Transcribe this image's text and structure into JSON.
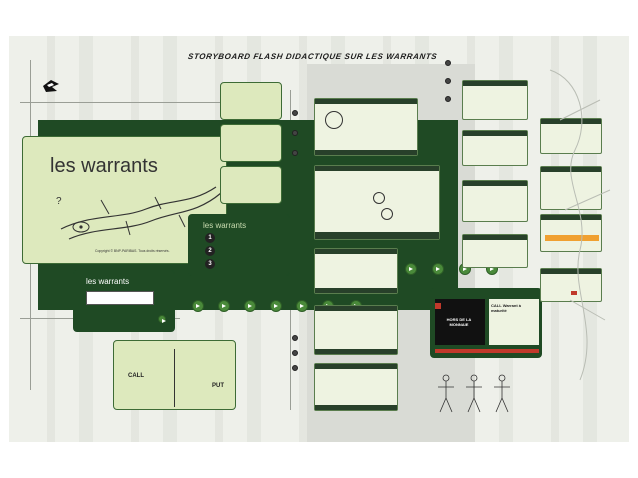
{
  "storyboard": {
    "title": "STORYBOARD FLASH DIDACTIQUE SUR LES WARRANTS",
    "main_title": "les warrants",
    "copyright": "Copyright © BNP-PARIBAS. Tous droits réservés.",
    "small_panel_title": "les warrants",
    "menu_panel_title": "les warrants",
    "menu_numbers": [
      "1",
      "2",
      "3"
    ],
    "call_label": "CALL",
    "put_label": "PUT",
    "hors_label": "HORS DE LA MONNAIE",
    "call_warrant_label": "CALL Warrant à maturité"
  },
  "colors": {
    "dark_green": "#1f4a24",
    "panel_green": "#dde9bd",
    "accent_red": "#c0392b"
  }
}
